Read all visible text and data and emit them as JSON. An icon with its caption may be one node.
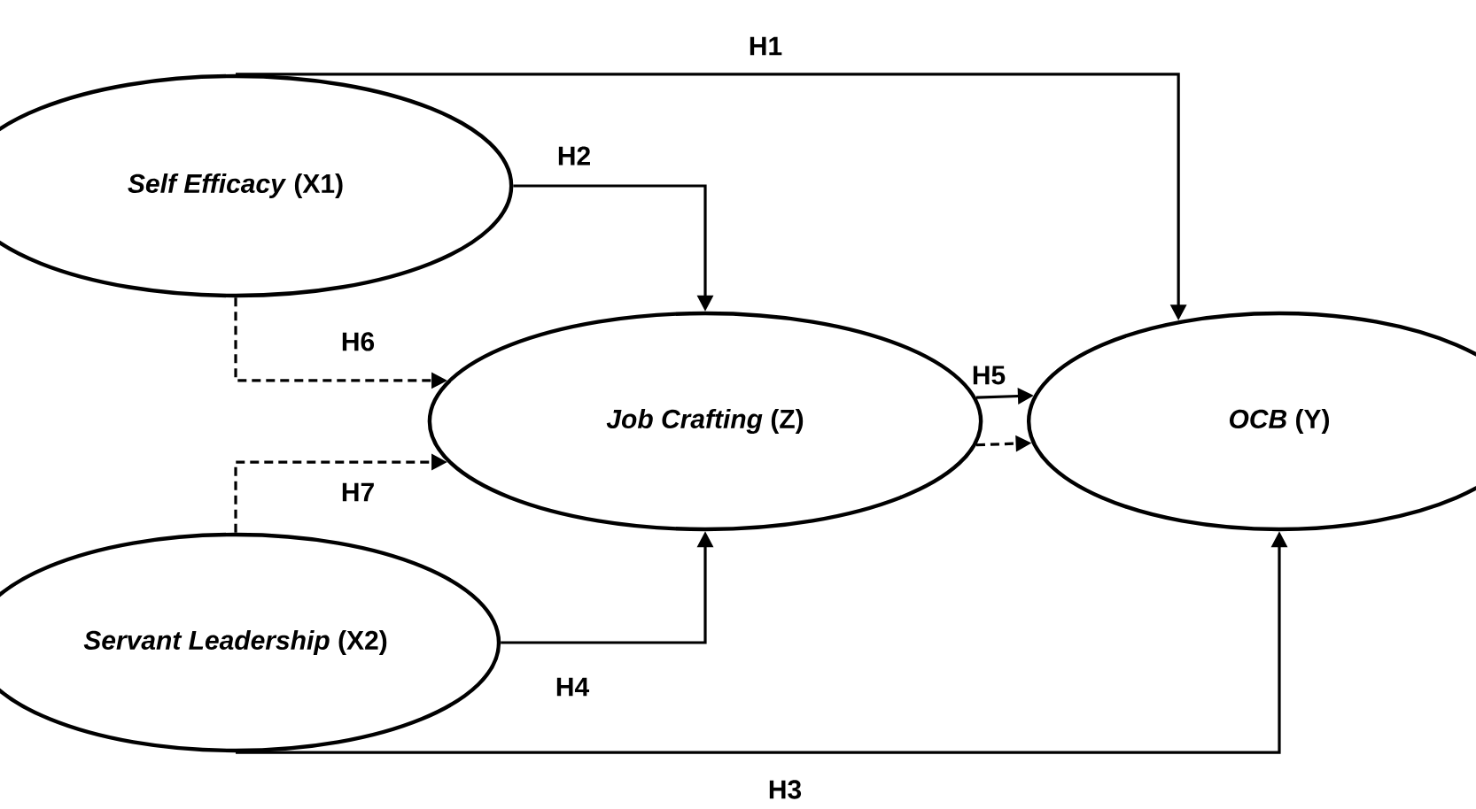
{
  "diagram": {
    "nodes": [
      {
        "text": [
          "*Self Efficacy* (X1)"
        ]
      },
      {
        "text": [
          "*Job Crafting* (Z)"
        ]
      },
      {
        "text": [
          "*OCB* (Y)"
        ]
      },
      {
        "text": [
          "*Servant Leadership* (X2)"
        ]
      }
    ],
    "edges": [
      {
        "from": 0,
        "to": 2,
        "arrow": "to",
        "label": "H1"
      },
      {
        "from": 0,
        "to": 1,
        "arrow": "to",
        "label": "H2"
      },
      {
        "from": 0,
        "to": 1,
        "arrow": "to",
        "label": "H6",
        "style": "dashed"
      },
      {
        "from": 1,
        "to": 2,
        "arrow": "to",
        "label": "H5"
      },
      {
        "from": 1,
        "to": 2,
        "arrow": "to",
        "style": "dashed"
      },
      {
        "from": 3,
        "to": 1,
        "arrow": "to",
        "label": "H7",
        "style": "dashed"
      },
      {
        "from": 3,
        "to": 1,
        "arrow": "to",
        "label": "H4"
      },
      {
        "from": 3,
        "to": 2,
        "arrow": "to",
        "label": "H3"
      }
    ]
  }
}
